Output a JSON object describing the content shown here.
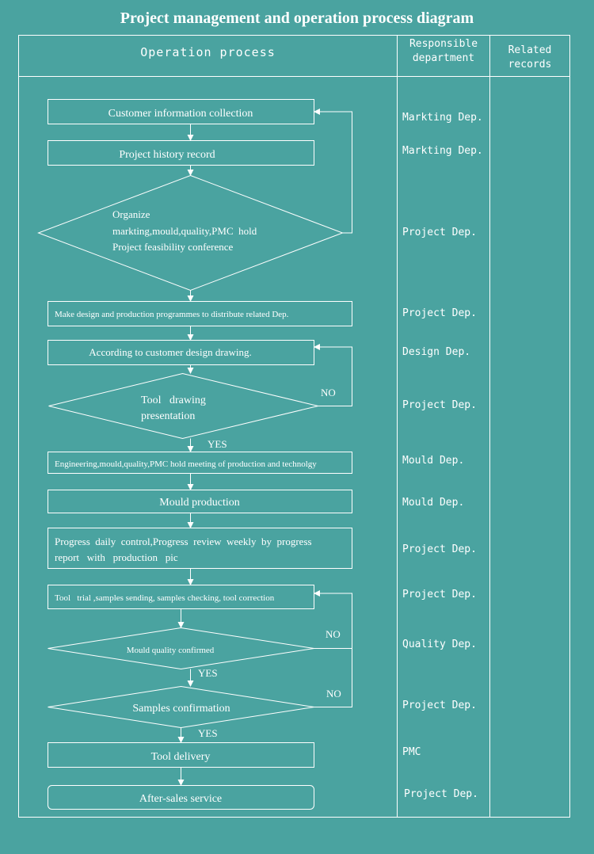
{
  "title": "Project management and operation process diagram",
  "headers": {
    "process": "Operation process",
    "responsible": [
      "Responsible",
      "department"
    ],
    "records": [
      "Related",
      "records"
    ]
  },
  "steps": {
    "s1": "Customer information collection",
    "s2": "Project history record",
    "s3": [
      "Organize",
      "markting,mould,quality,PMC  hold",
      "Project feasibility conference"
    ],
    "s4": "Make design and production programmes to distribute related Dep.",
    "s5": "According to customer design drawing.",
    "s6": [
      "Tool   drawing",
      "presentation"
    ],
    "s7": "Engineering,mould,quality,PMC hold meeting of production and technolgy",
    "s8": "Mould production",
    "s9": [
      "Progress  daily  control,Progress  review  weekly  by  progress",
      "report   with   production   pic"
    ],
    "s10": "Tool   trial ,samples sending, samples checking, tool correction",
    "s11": "Mould quality confirmed",
    "s12": "Samples confirmation",
    "s13": "Tool delivery",
    "s14": "After-sales service"
  },
  "labels": {
    "yes": "YES",
    "no": "NO"
  },
  "departments": {
    "d1": "Markting Dep.",
    "d2": "Markting Dep.",
    "d3": "Project Dep.",
    "d4": "Project Dep.",
    "d5": "Design Dep.",
    "d6": "Project Dep.",
    "d7": "Mould Dep.",
    "d8": "Mould Dep.",
    "d9": "Project Dep.",
    "d10": "Project Dep.",
    "d11": "Quality Dep.",
    "d12": "Project Dep.",
    "d13": "PMC",
    "d14": "Project Dep."
  }
}
